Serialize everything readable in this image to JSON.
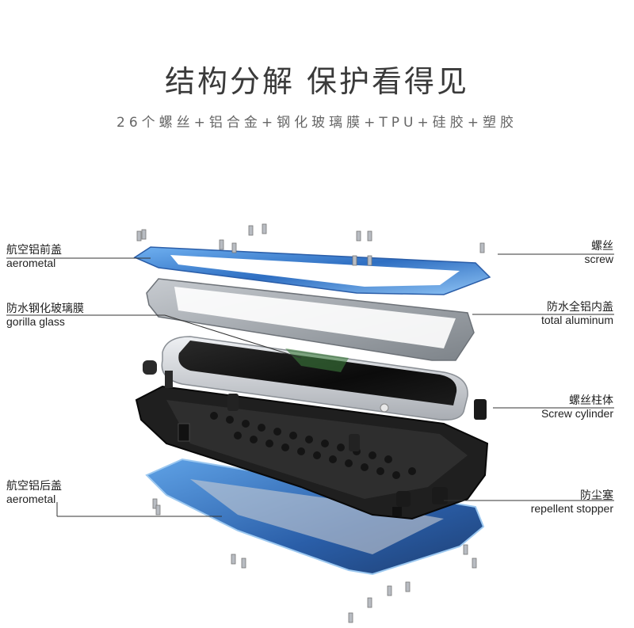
{
  "header": {
    "title": "结构分解  保护看得见",
    "subtitle": "26个螺丝+铝合金+钢化玻璃膜+TPU+硅胶+塑胶"
  },
  "labels": {
    "front_cover": {
      "cn": "航空铝前盖",
      "en": "aerometal"
    },
    "glass": {
      "cn": "防水钢化玻璃膜",
      "en": "gorilla glass"
    },
    "back_cover": {
      "cn": "航空铝后盖",
      "en": "aerometal"
    },
    "screw": {
      "cn": "螺丝",
      "en": "screw"
    },
    "inner_cover": {
      "cn": "防水全铝内盖",
      "en": "total aluminum"
    },
    "cylinder": {
      "cn": "螺丝柱体",
      "en": "Screw cylinder"
    },
    "stopper": {
      "cn": "防尘塞",
      "en": "repellent stopper"
    }
  },
  "colors": {
    "aluminum_blue": "#3f86d6",
    "inner_silver": "#9ea3a8",
    "silicone_black": "#1d1d1d",
    "phone_silver": "#d6d8dc",
    "screen": "#111111"
  }
}
